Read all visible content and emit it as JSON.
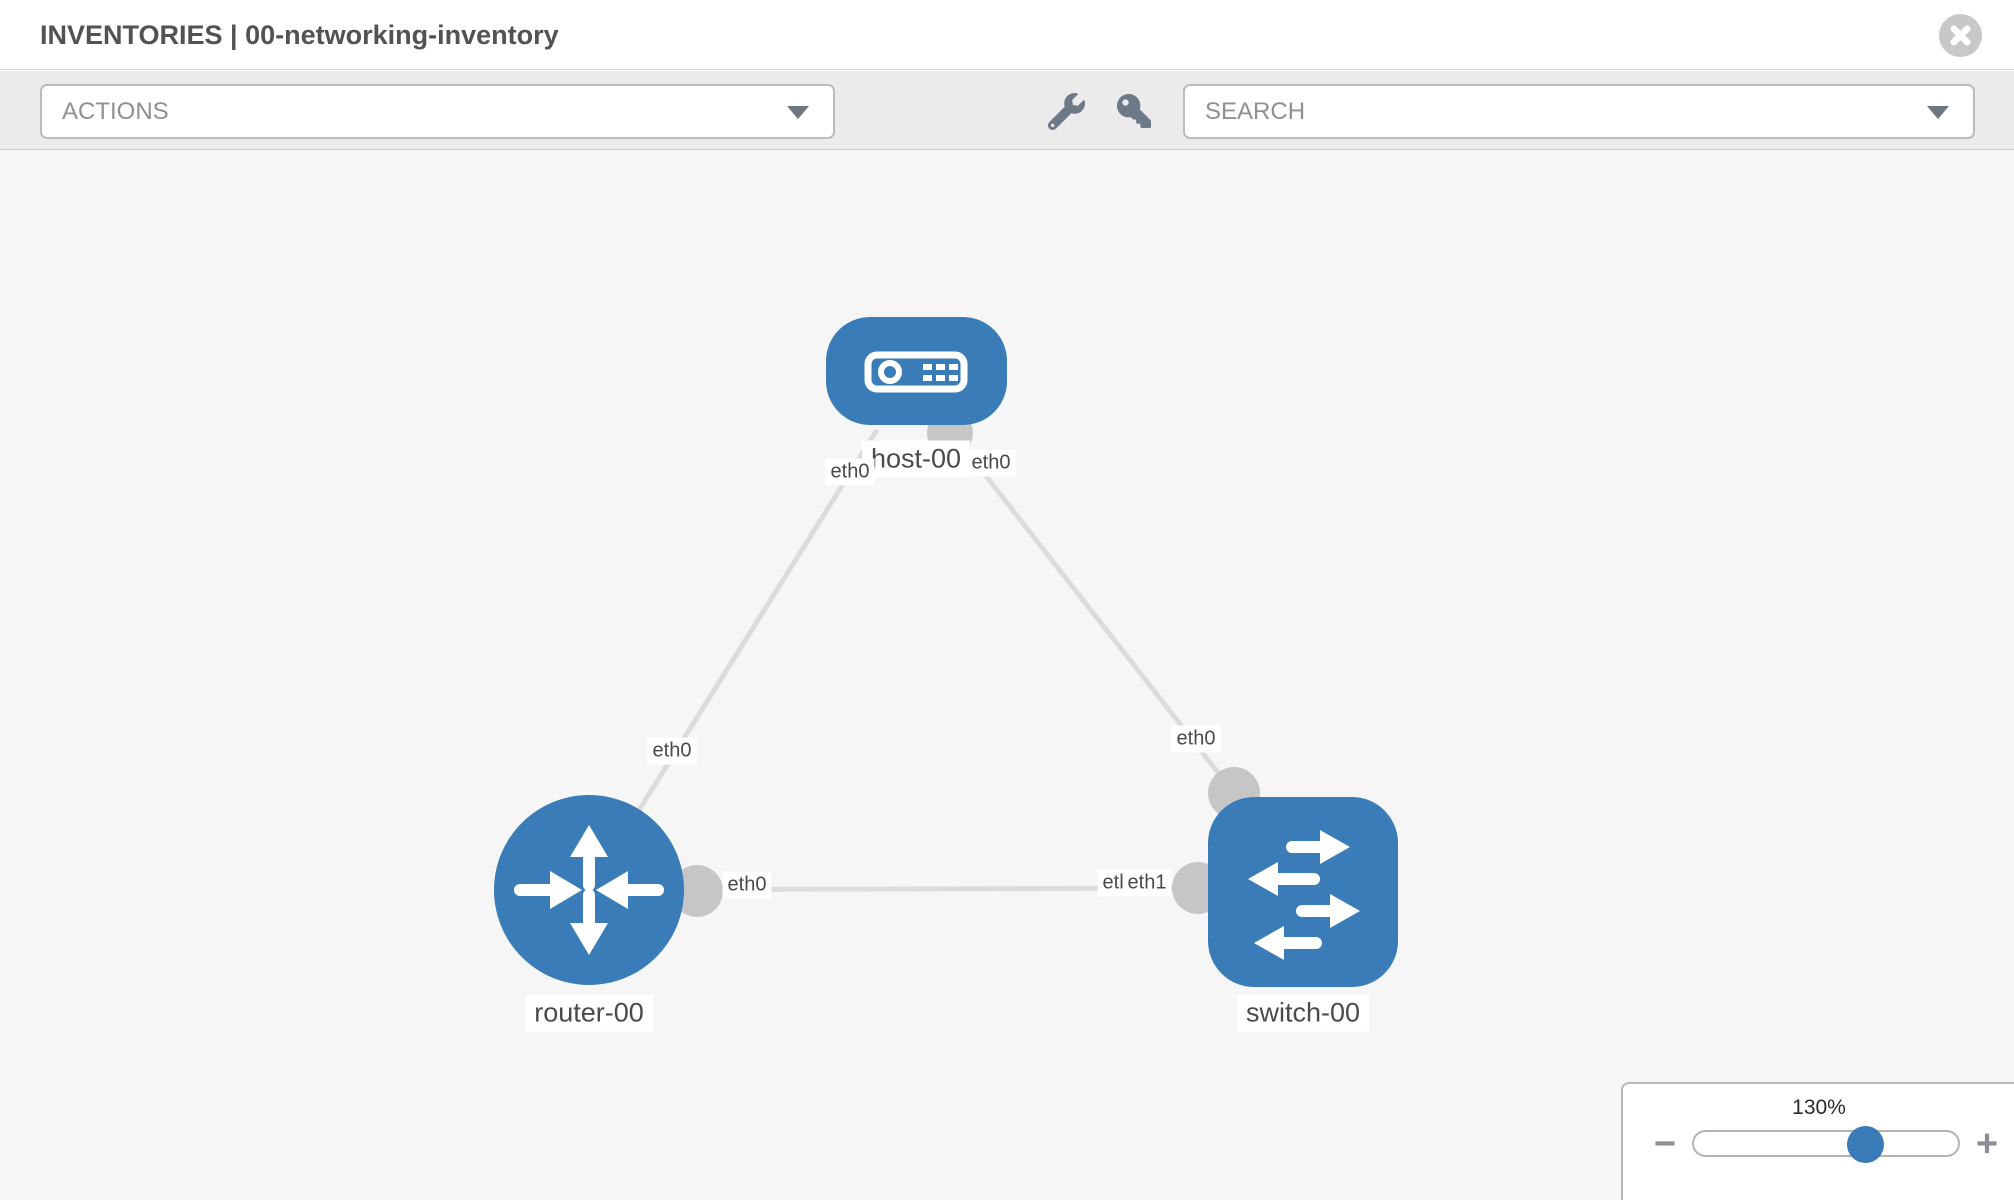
{
  "header": {
    "title": "INVENTORIES | 00-networking-inventory"
  },
  "toolbar": {
    "actions_label": "ACTIONS",
    "search_placeholder": "SEARCH"
  },
  "topology": {
    "nodes": [
      {
        "id": "host-00",
        "type": "host",
        "label": "host-00"
      },
      {
        "id": "router-00",
        "type": "router",
        "label": "router-00"
      },
      {
        "id": "switch-00",
        "type": "switch",
        "label": "switch-00"
      }
    ],
    "links": [
      {
        "from": "host-00",
        "from_interface": "eth0",
        "to": "router-00",
        "to_interface": "eth0"
      },
      {
        "from": "host-00",
        "from_interface": "eth0",
        "to": "switch-00",
        "to_interface": "eth0"
      },
      {
        "from": "router-00",
        "from_interface": "eth0",
        "to": "switch-00",
        "to_interface": "eth1"
      }
    ],
    "edge_labels": [
      {
        "text": "eth0",
        "near": "host-00 left"
      },
      {
        "text": "eth0",
        "near": "host-00 right"
      },
      {
        "text": "eth0",
        "near": "router-00 on link to host-00"
      },
      {
        "text": "eth0",
        "near": "switch-00 on link to host-00"
      },
      {
        "text": "eth0",
        "near": "router-00 on link to switch-00"
      },
      {
        "text": "eth0",
        "near": "switch-00 on link to router-00 (overlapped)"
      },
      {
        "text": "eth1",
        "near": "switch-00 on link to router-00"
      }
    ]
  },
  "zoom_control": {
    "level": "130%",
    "minus_label": "−",
    "plus_label": "+"
  },
  "colors": {
    "node_blue": "#3a7cb8",
    "link_gray": "#dcdcdc",
    "connector_gray": "#c6c6c6",
    "toolbar_bg": "#ebebeb",
    "canvas_bg": "#f6f6f6",
    "icon_slate": "#6e7987"
  }
}
